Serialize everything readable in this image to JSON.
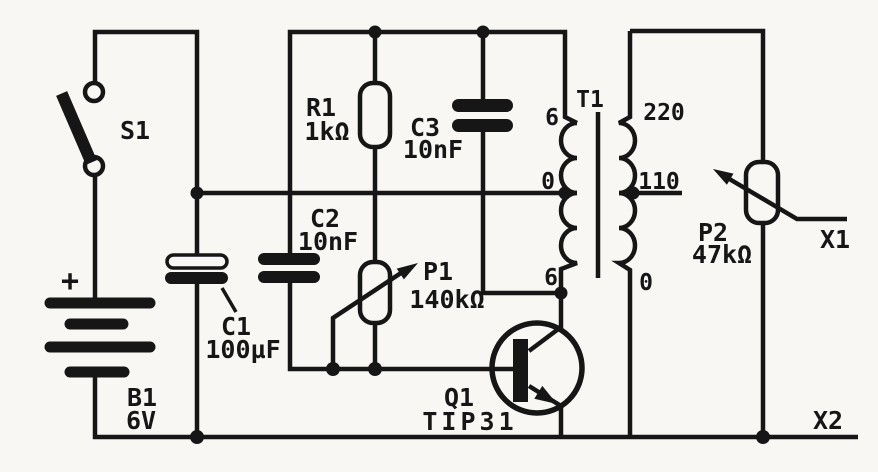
{
  "diagram": {
    "kind": "circuit-schematic",
    "paper_color": "#f8f7f4",
    "ink_color": "#161616",
    "components": {
      "s1": {
        "ref": "S1"
      },
      "b1": {
        "ref": "B1",
        "value": "6V",
        "polarity": "+"
      },
      "c1": {
        "ref": "C1",
        "value": "100µF"
      },
      "c2": {
        "ref": "C2",
        "value": "10nF"
      },
      "r1": {
        "ref": "R1",
        "value": "1kΩ"
      },
      "c3": {
        "ref": "C3",
        "value": "10nF"
      },
      "p1": {
        "ref": "P1",
        "value": "140kΩ"
      },
      "q1": {
        "ref": "Q1",
        "value": "TIP31"
      },
      "t1": {
        "ref": "T1",
        "primary_taps": [
          "6",
          "0",
          "6"
        ],
        "secondary_taps": [
          "220",
          "110",
          "0"
        ]
      },
      "p2": {
        "ref": "P2",
        "value": "47kΩ"
      },
      "x1": {
        "ref": "X1"
      },
      "x2": {
        "ref": "X2"
      }
    }
  }
}
